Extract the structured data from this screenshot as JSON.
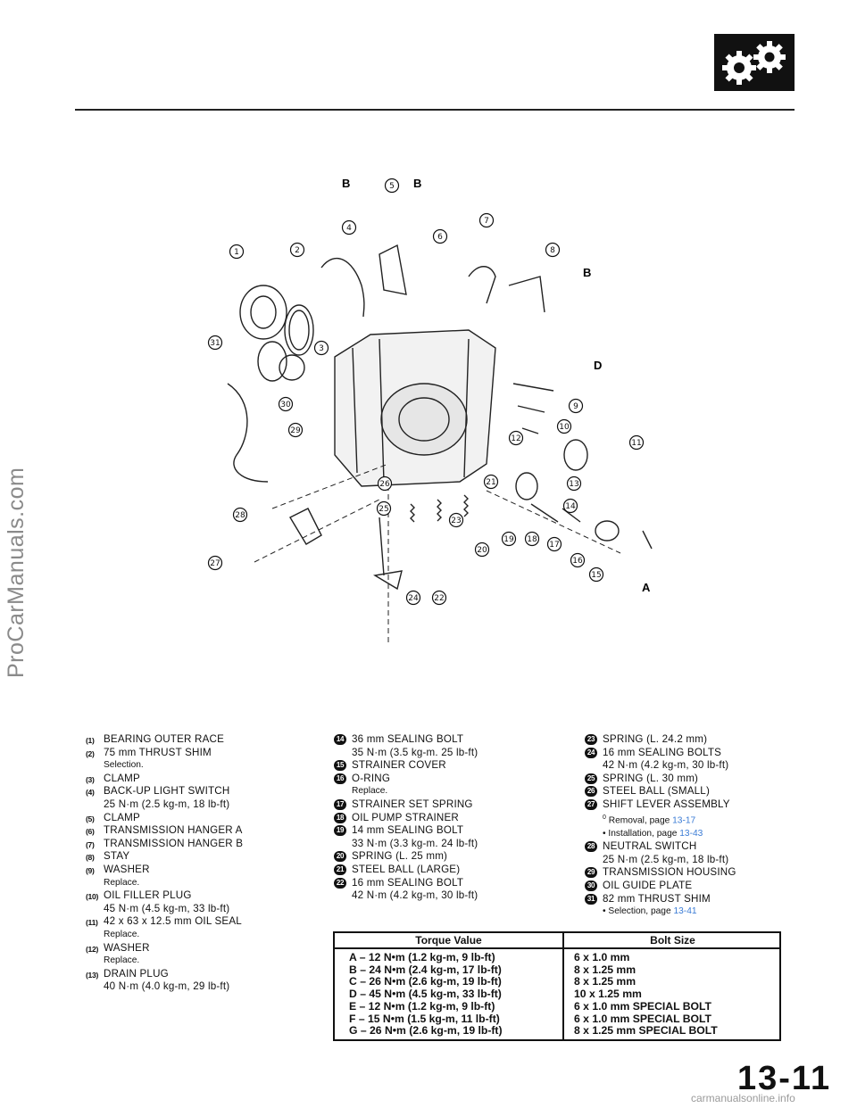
{
  "header": {
    "icon": "gears-icon"
  },
  "watermark": "ProCarManuals.com",
  "footer_url": "carmanualsonline.info",
  "page_number": "13-11",
  "diagram": {
    "letters": {
      "b": "B",
      "d": "D",
      "a": "A"
    },
    "callouts": [
      "1",
      "2",
      "3",
      "4",
      "5",
      "6",
      "7",
      "8",
      "9",
      "10",
      "11",
      "12",
      "13",
      "14",
      "15",
      "16",
      "17",
      "18",
      "19",
      "20",
      "21",
      "22",
      "23",
      "24",
      "25",
      "26",
      "27",
      "28",
      "29",
      "30",
      "31"
    ]
  },
  "parts_col1": [
    {
      "num": "(1)",
      "label": "BEARING OUTER RACE",
      "lines": []
    },
    {
      "num": "(2)",
      "label": "75 mm THRUST SHIM",
      "lines": [],
      "note": "Selection."
    },
    {
      "num": "(3)",
      "label": "CLAMP",
      "lines": []
    },
    {
      "num": "(4)",
      "label": "BACK-UP LIGHT SWITCH",
      "lines": [
        "25 N·m (2.5 kg-m, 18 lb-ft)"
      ]
    },
    {
      "num": "(5)",
      "label": "CLAMP",
      "lines": []
    },
    {
      "num": "(6)",
      "label": "TRANSMISSION HANGER A",
      "lines": []
    },
    {
      "num": "(7)",
      "label": "TRANSMISSION HANGER B",
      "lines": []
    },
    {
      "num": "(8)",
      "label": "STAY",
      "lines": []
    },
    {
      "num": "(9)",
      "label": "WASHER",
      "lines": [],
      "note": "Replace."
    },
    {
      "num": "(10)",
      "label": "OIL FILLER PLUG",
      "lines": [
        "45 N·m (4.5 kg-m, 33 lb-ft)"
      ]
    },
    {
      "num": "(11)",
      "label": "42 x 63 x 12.5 mm OIL SEAL",
      "lines": [],
      "note": "Replace."
    },
    {
      "num": "(12)",
      "label": "WASHER",
      "lines": [],
      "note": "Replace."
    },
    {
      "num": "(13)",
      "label": "DRAIN PLUG",
      "lines": [
        "40 N·m (4.0 kg-m, 29 lb-ft)"
      ]
    }
  ],
  "parts_col2": [
    {
      "num": "14",
      "label": "36 mm SEALING BOLT",
      "lines": [
        "35 N·m (3.5 kg-m. 25 lb-ft)"
      ]
    },
    {
      "num": "15",
      "label": "STRAINER COVER",
      "lines": []
    },
    {
      "num": "16",
      "label": "O-RING",
      "lines": [],
      "note": "Replace."
    },
    {
      "num": "17",
      "label": "STRAINER SET SPRING",
      "lines": []
    },
    {
      "num": "18",
      "label": "OIL PUMP STRAINER",
      "lines": []
    },
    {
      "num": "19",
      "label": "14 mm SEALING BOLT",
      "lines": [
        "33 N·m (3.3 kg-m. 24 lb-ft)"
      ]
    },
    {
      "num": "20",
      "label": "SPRING (L. 25 mm)",
      "lines": []
    },
    {
      "num": "21",
      "label": "STEEL BALL (LARGE)",
      "lines": []
    },
    {
      "num": "22",
      "label": "16 mm SEALING BOLT",
      "lines": [
        "42 N·m (4.2 kg-m, 30 lb-ft)"
      ]
    }
  ],
  "parts_col3": [
    {
      "num": "23",
      "label": "SPRING (L. 24.2 mm)",
      "lines": []
    },
    {
      "num": "24",
      "label": "16 mm SEALING BOLTS",
      "lines": [
        "42 N·m (4.2 kg-m, 30 lb-ft)"
      ]
    },
    {
      "num": "25",
      "label": "SPRING (L. 30 mm)",
      "lines": []
    },
    {
      "num": "26",
      "label": "STEEL BALL (SMALL)",
      "lines": []
    },
    {
      "num": "27",
      "label": "SHIFT LEVER ASSEMBLY",
      "lines": []
    },
    {
      "num": "28",
      "label": "NEUTRAL SWITCH",
      "lines": [
        "25 N·m (2.5 kg-m, 18 lb-ft)"
      ]
    },
    {
      "num": "29",
      "label": "TRANSMISSION HOUSING",
      "lines": []
    },
    {
      "num": "30",
      "label": "OIL GUIDE PLATE",
      "lines": []
    },
    {
      "num": "31",
      "label": "82 mm THRUST SHIM",
      "lines": []
    }
  ],
  "refs": {
    "removal_prefix": "Removal, page ",
    "removal_page": "13-17",
    "installation_prefix": "• Installation, page ",
    "installation_page": "13-43",
    "removal_marker": "0",
    "selection_prefix": "• Selection, page ",
    "selection_page": "13-41"
  },
  "torque_table": {
    "header_torque": "Torque Value",
    "header_bolt": "Bolt Size",
    "torque": [
      "A – 12 N•m (1.2 kg-m, 9 lb-ft)",
      "B – 24 N•m (2.4 kg-m, 17 lb-ft)",
      "C – 26 N•m (2.6 kg-m, 19 lb-ft)",
      "D – 45 N•m (4.5 kg-m, 33 lb-ft)",
      "E – 12 N•m (1.2 kg-m, 9 lb-ft)",
      "F – 15 N•m (1.5 kg-m, 11 lb-ft)",
      "G – 26 N•m (2.6 kg-m, 19 lb-ft)"
    ],
    "bolts": [
      "6 x 1.0 mm",
      "8 x 1.25 mm",
      "8 x 1.25 mm",
      "10 x 1.25 mm",
      "6 x 1.0 mm SPECIAL BOLT",
      "6 x 1.0 mm SPECIAL BOLT",
      "8 x 1.25 mm SPECIAL BOLT"
    ]
  }
}
